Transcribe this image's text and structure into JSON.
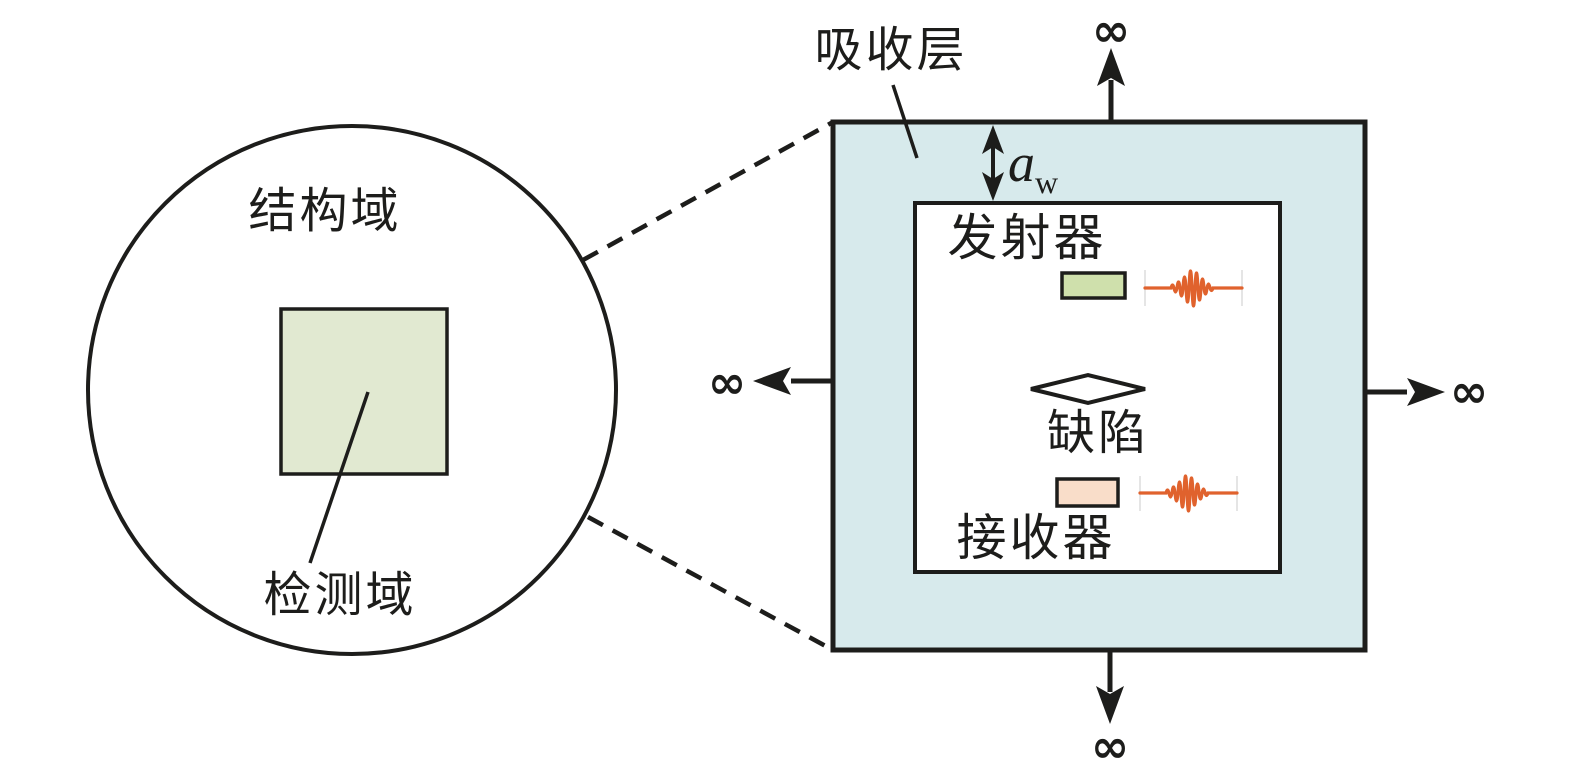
{
  "colors": {
    "outline": "#1d1d1b",
    "absorber_fill": "#d7eaec",
    "detection_fill": "#e1e9d1",
    "transmitter_fill": "#cfe0ac",
    "receiver_fill": "#f9ddc9",
    "waveform": "#e0622d"
  },
  "left_panel": {
    "circle_label": "结构域",
    "square_label": "检测域"
  },
  "right_panel": {
    "absorber_label": "吸收层",
    "thickness_symbol": {
      "base": "a",
      "subscript": "w"
    },
    "transmitter_label": "发射器",
    "defect_label": "缺陷",
    "receiver_label": "接收器"
  },
  "infinity_symbol": "∞"
}
